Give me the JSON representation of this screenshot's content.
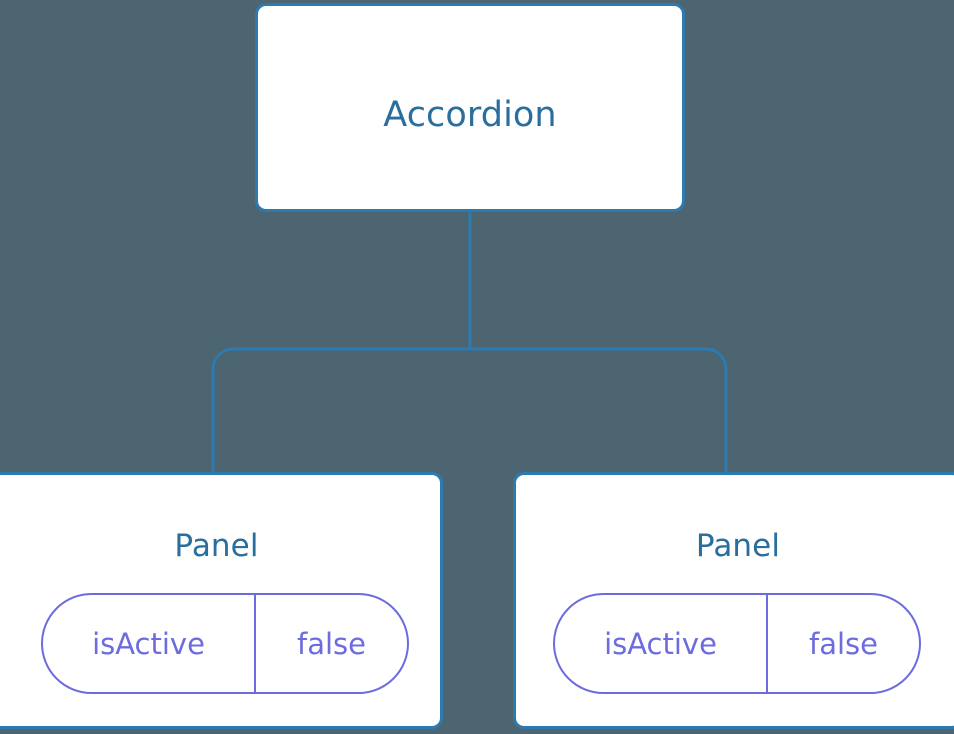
{
  "diagram": {
    "type": "component-tree",
    "background_color": "#4c6570",
    "node_fill": "#ffffff",
    "node_border_color": "#2d7ab0",
    "node_title_color": "#2a6e9e",
    "edge_color": "#2d7ab0",
    "state_color": "#6c6ce0",
    "root": {
      "id": "accordion",
      "title": "Accordion"
    },
    "children": [
      {
        "id": "panel-left",
        "title": "Panel",
        "state": {
          "key": "isActive",
          "value": "false"
        }
      },
      {
        "id": "panel-right",
        "title": "Panel",
        "state": {
          "key": "isActive",
          "value": "false"
        }
      }
    ],
    "edges": [
      {
        "from": "accordion",
        "to": "panel-left"
      },
      {
        "from": "accordion",
        "to": "panel-right"
      }
    ]
  }
}
